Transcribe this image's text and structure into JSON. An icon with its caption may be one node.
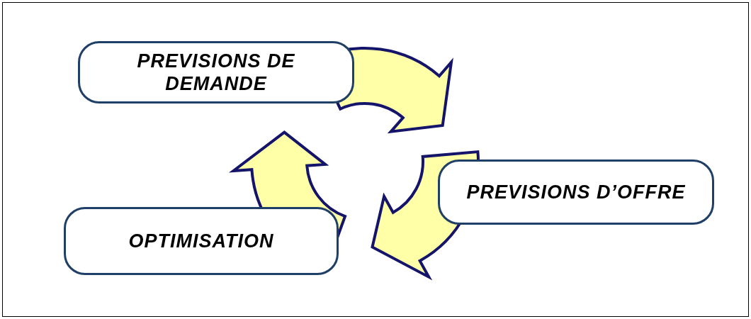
{
  "diagram": {
    "nodes": [
      {
        "text": [
          "PREVISIONS DE DEMANDE"
        ]
      },
      {
        "text": [
          "PREVISIONS D’OFFRE"
        ]
      },
      {
        "text": [
          "OPTIMISATION"
        ]
      }
    ],
    "edges": [
      {
        "from": 0,
        "to": 1,
        "arrow": "to",
        "style": "thick"
      },
      {
        "from": 1,
        "to": 2,
        "arrow": "to",
        "style": "thick"
      },
      {
        "from": 2,
        "to": 0,
        "arrow": "to",
        "style": "thick"
      }
    ]
  }
}
